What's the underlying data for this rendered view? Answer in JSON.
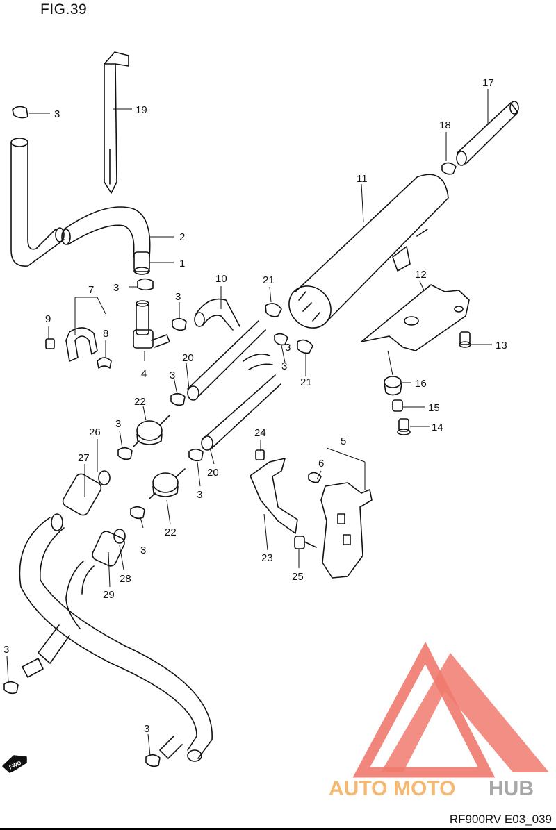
{
  "figure": {
    "title": "FIG.39",
    "code": "RF900RV E03_039"
  },
  "watermark": {
    "brand_auto": "AUTO",
    "brand_moto": "MOTO",
    "brand_hub": "HUB"
  },
  "fwd_label": "FWD",
  "colors": {
    "line": "#111111",
    "watermark_red": "#f07a6e",
    "watermark_orange": "#f6b870",
    "watermark_grey": "#a7a7a7"
  },
  "callouts": [
    {
      "n": "1"
    },
    {
      "n": "2"
    },
    {
      "n": "3"
    },
    {
      "n": "3"
    },
    {
      "n": "3"
    },
    {
      "n": "3"
    },
    {
      "n": "3"
    },
    {
      "n": "3"
    },
    {
      "n": "3"
    },
    {
      "n": "3"
    },
    {
      "n": "3"
    },
    {
      "n": "3"
    },
    {
      "n": "3"
    },
    {
      "n": "4"
    },
    {
      "n": "5"
    },
    {
      "n": "6"
    },
    {
      "n": "7"
    },
    {
      "n": "8"
    },
    {
      "n": "9"
    },
    {
      "n": "10"
    },
    {
      "n": "11"
    },
    {
      "n": "12"
    },
    {
      "n": "13"
    },
    {
      "n": "14"
    },
    {
      "n": "15"
    },
    {
      "n": "16"
    },
    {
      "n": "17"
    },
    {
      "n": "18"
    },
    {
      "n": "19"
    },
    {
      "n": "20"
    },
    {
      "n": "20"
    },
    {
      "n": "21"
    },
    {
      "n": "21"
    },
    {
      "n": "22"
    },
    {
      "n": "22"
    },
    {
      "n": "23"
    },
    {
      "n": "24"
    },
    {
      "n": "25"
    },
    {
      "n": "26"
    },
    {
      "n": "27"
    },
    {
      "n": "28"
    },
    {
      "n": "29"
    }
  ]
}
